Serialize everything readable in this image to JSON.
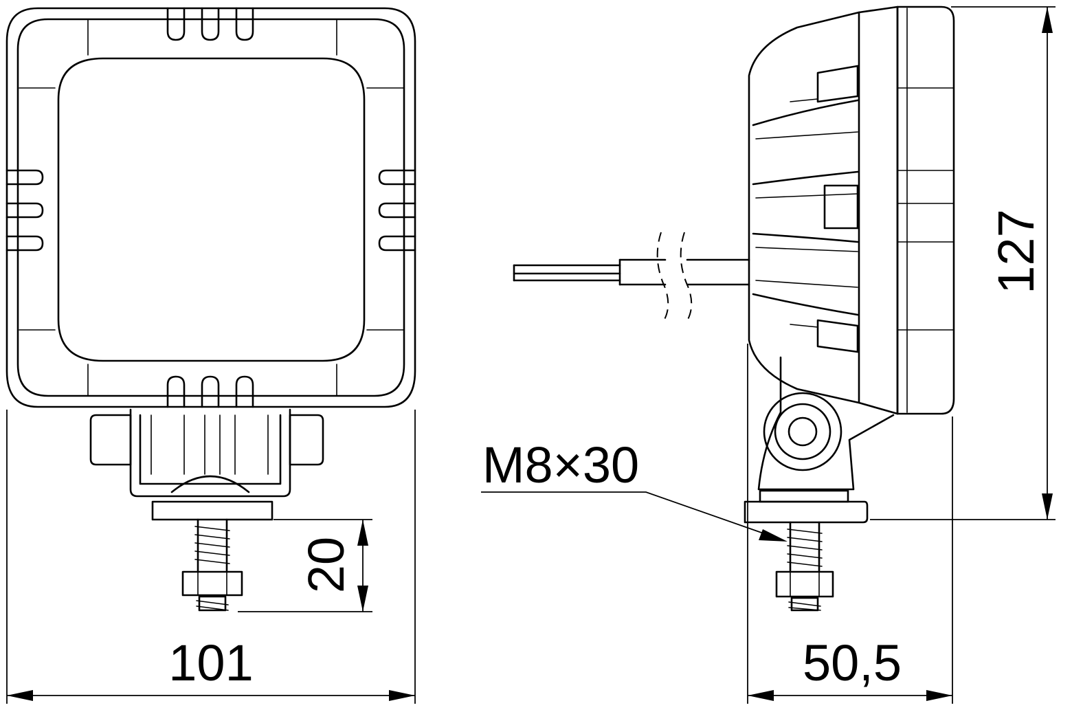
{
  "dimensions": {
    "width_front": "101",
    "height": "127",
    "depth_side": "50,5",
    "bolt_length": "20",
    "bolt_callout": "M8×30"
  }
}
